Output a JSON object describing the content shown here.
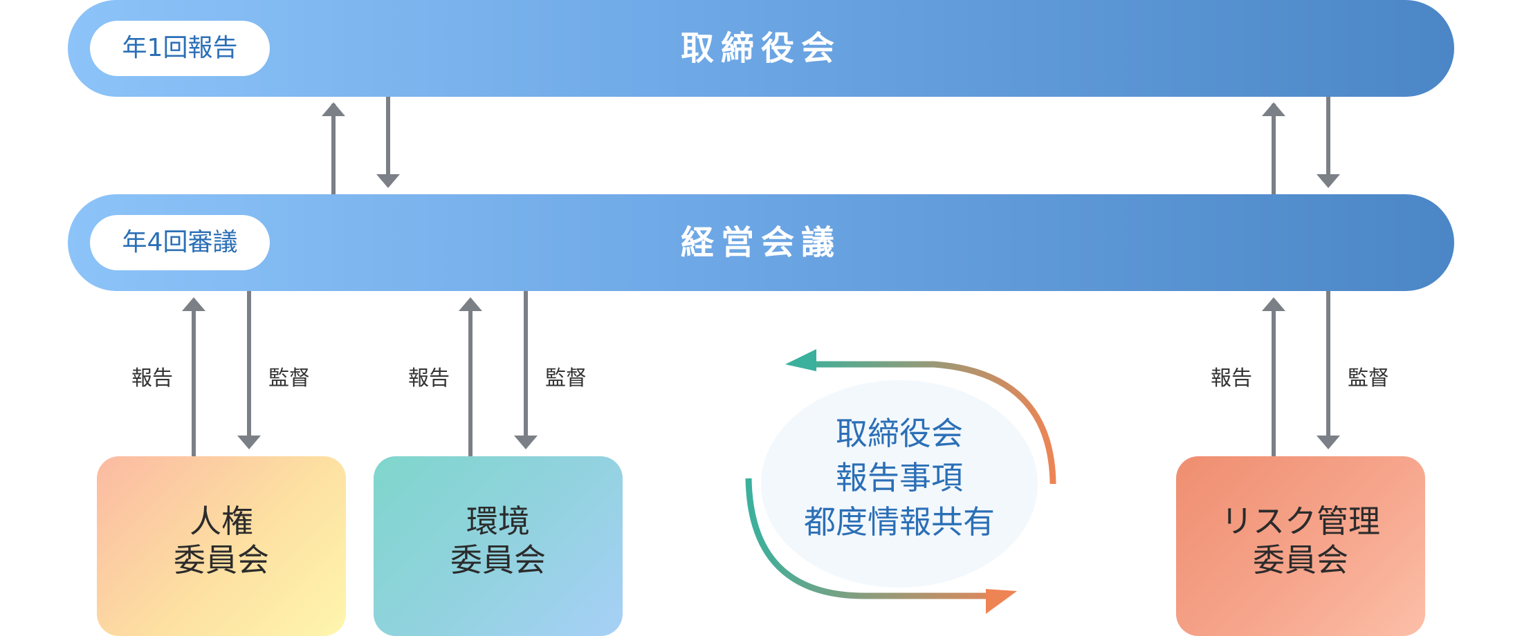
{
  "board": {
    "title": "取締役会",
    "frequency": "年1回報告"
  },
  "management": {
    "title": "経営会議",
    "frequency": "年4回審議"
  },
  "labels": {
    "report": "報告",
    "supervise": "監督"
  },
  "committees": [
    {
      "line1": "人権",
      "line2": "委員会"
    },
    {
      "line1": "環境",
      "line2": "委員会"
    },
    {
      "line1": "リスク管理",
      "line2": "委員会"
    }
  ],
  "cycle": {
    "line1": "取締役会",
    "line2": "報告事項",
    "line3": "都度情報共有"
  },
  "colors": {
    "arrow": "#7b7f86",
    "bar_start": "#8cc3f8",
    "bar_end": "#4b86c6",
    "accent_text": "#2b6fb6",
    "cycle_teal": "#3bb09c",
    "cycle_orange": "#ee8454"
  }
}
